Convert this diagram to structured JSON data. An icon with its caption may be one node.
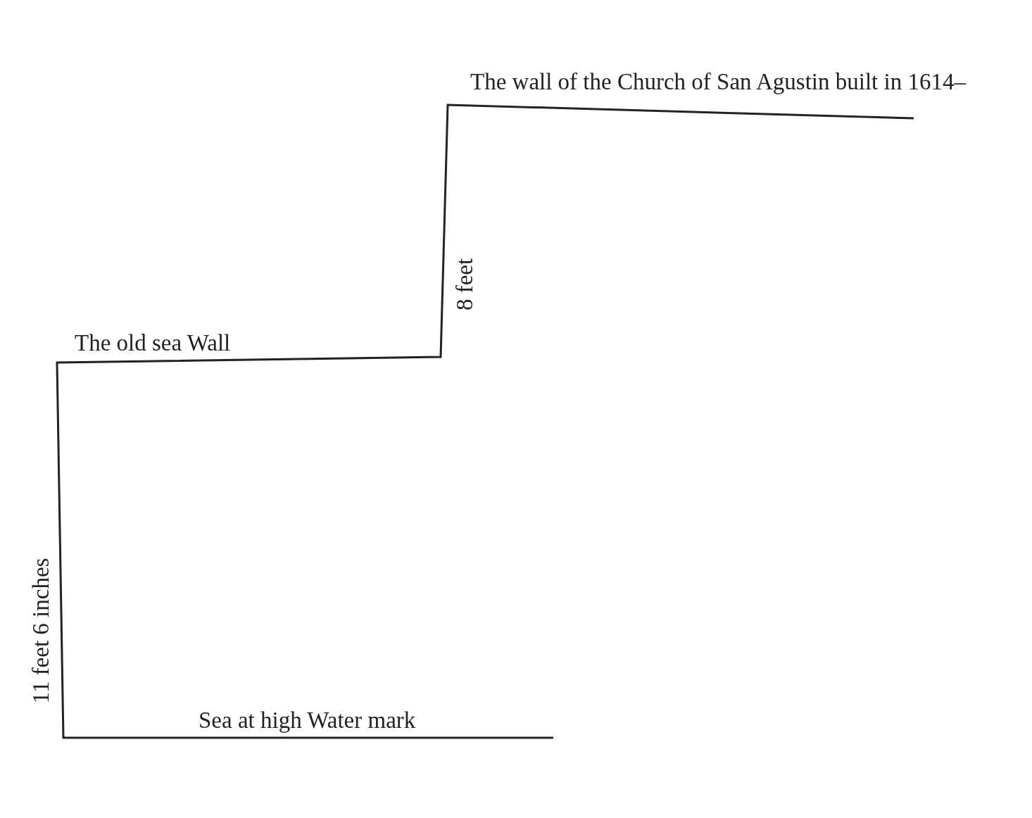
{
  "diagram": {
    "labels": [
      "The wall of the Church of San Agustin built in 1614–",
      "8 feet",
      "The old sea Wall",
      "11 feet 6 inches",
      "Sea at high Water mark"
    ]
  }
}
